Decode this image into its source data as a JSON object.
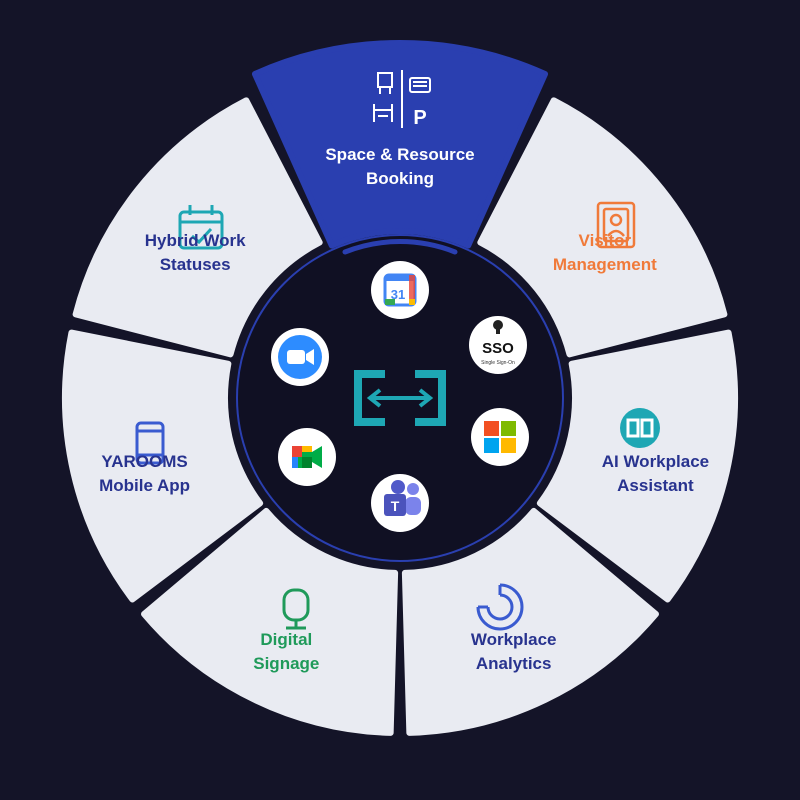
{
  "colors": {
    "background": "#141428",
    "segment_fill": "#e9ebf2",
    "highlight_fill": "#2a3fb0",
    "hub_fill": "#101023",
    "navy_text": "#28338f",
    "orange": "#f07a3a",
    "green": "#1f9a5a",
    "teal": "#1ea7b4",
    "blue_icon": "#3a5bd0"
  },
  "segments": [
    {
      "id": "space",
      "lines": [
        "Space & Resource",
        "Booking"
      ],
      "color": "#ffffff",
      "highlight": true,
      "icon": "desk-parking-icon"
    },
    {
      "id": "visitor",
      "lines": [
        "Visitor",
        "Management"
      ],
      "color": "#f07a3a",
      "highlight": false,
      "icon": "visitor-badge-icon"
    },
    {
      "id": "ai",
      "lines": [
        "AI Workplace",
        "Assistant"
      ],
      "color": "#28338f",
      "highlight": false,
      "icon": "ai-link-icon"
    },
    {
      "id": "analytics",
      "lines": [
        "Workplace",
        "Analytics"
      ],
      "color": "#28338f",
      "highlight": false,
      "icon": "analytics-chart-icon"
    },
    {
      "id": "signage",
      "lines": [
        "Digital",
        "Signage"
      ],
      "color": "#1f9a5a",
      "highlight": false,
      "icon": "signage-screen-icon"
    },
    {
      "id": "mobile",
      "lines": [
        "YAROOMS",
        "Mobile App"
      ],
      "color": "#28338f",
      "highlight": false,
      "icon": "mobile-phone-icon"
    },
    {
      "id": "hybrid",
      "lines": [
        "Hybrid Work",
        "Statuses"
      ],
      "color": "#28338f",
      "highlight": false,
      "icon": "calendar-check-icon"
    }
  ],
  "integrations": {
    "calendar_day": "31",
    "sso_text": "SSO",
    "sso_subtext": "Single Sign-On"
  }
}
